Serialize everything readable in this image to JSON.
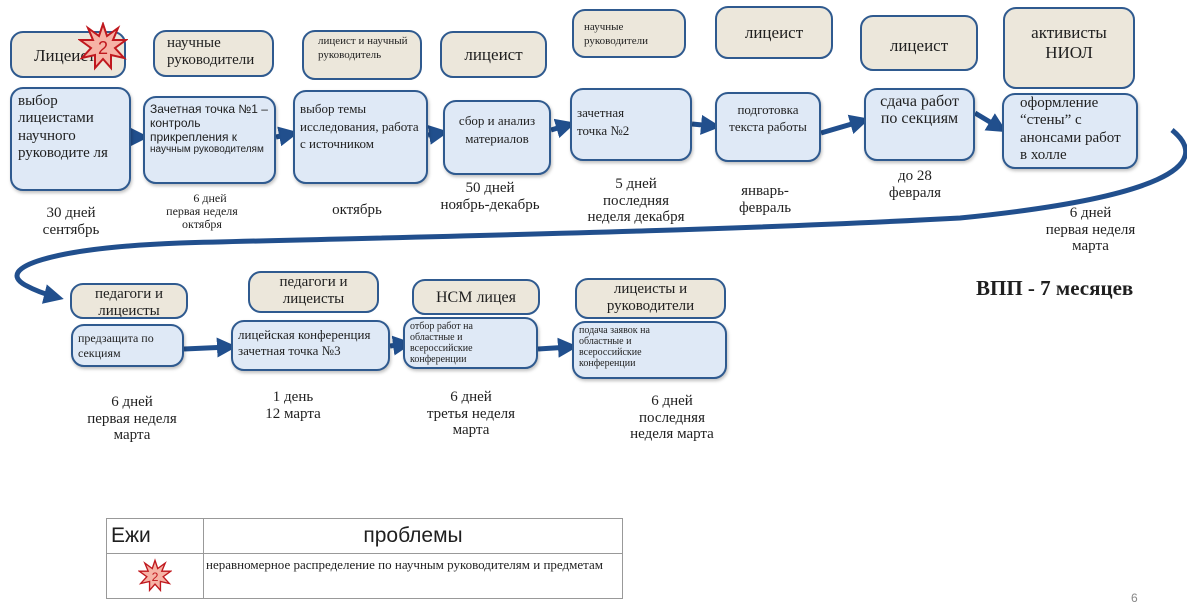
{
  "title": "ВПП - 7 месяцев",
  "page_number": "6",
  "colors": {
    "arrow": "#214f8d",
    "task_fill": "#dfe9f6",
    "role_fill": "#ece7db",
    "border": "#2f5a8f",
    "star": "#c0181e",
    "star_fill": "#f6b3a6"
  },
  "role_boxes": [
    "Лицеист",
    "научные руководители",
    "лицеист и научный руководитель",
    "лицеист",
    "научные руководители",
    "лицеист",
    "лицеист",
    "активисты НИОЛ",
    "педагоги и лицеисты",
    "педагоги и лицеисты",
    "НСМ лицея",
    "лицеисты и руководители"
  ],
  "task_boxes": [
    "выбор лицеистами научного руководите ля",
    "Зачетная точка №1 – контроль прикрепления к",
    "научным руководителям",
    "выбор темы исследования, работа с источником",
    "сбор и анализ материалов",
    "зачетная точка №2",
    "подготовка текста работы",
    "сдача работ по секциям",
    "оформление “стены” с анонсами работ в холле",
    "предзащита по секциям",
    "лицейская конференция зачетная точка №3",
    "отбор работ на областные и всероссийские конференции",
    "подача заявок на областные и всероссийские конференции"
  ],
  "time_labels": [
    "30 дней\nсентябрь",
    "6 дней",
    "первая неделя\nоктября",
    "октябрь",
    "50 дней\nноябрь-декабрь",
    "5 дней\nпоследняя\nнеделя декабря",
    "январь-\nфевраль",
    "до 28\nфевраля",
    "6 дней\nпервая неделя\nмарта",
    "6 дней\nпервая неделя\nмарта",
    "1 день\n12 марта",
    "6 дней\nтретья неделя\nмарта",
    "6 дней\nпоследняя\nнеделя марта"
  ],
  "star_text": "2",
  "table": {
    "headers": [
      "Ежи",
      "проблемы"
    ],
    "rows": [
      {
        "marker": "2",
        "text": "неравномерное распределение по научным руководителям и предметам"
      }
    ]
  }
}
